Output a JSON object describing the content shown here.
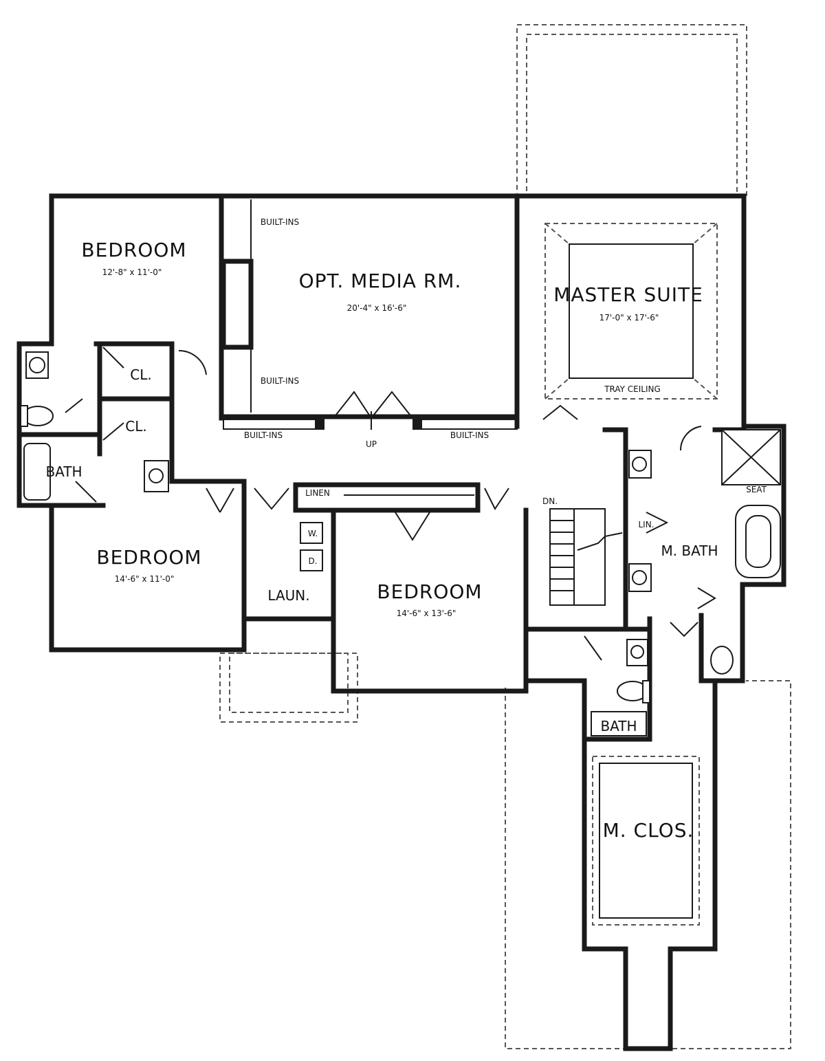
{
  "rooms": {
    "bedroom_1": {
      "name": "BEDROOM",
      "size": "12'-8\" x 11'-0\""
    },
    "media": {
      "name": "OPT. MEDIA RM.",
      "size": "20'-4\" x 16'-6\""
    },
    "master_suite": {
      "name": "MASTER SUITE",
      "size": "17'-0\" x 17'-6\"",
      "ceiling": "TRAY CEILING"
    },
    "bedroom_2": {
      "name": "BEDROOM",
      "size": "14'-6\" x 11'-0\""
    },
    "bedroom_3": {
      "name": "BEDROOM",
      "size": "14'-6\" x 13'-6\""
    },
    "laundry": {
      "name": "LAUN."
    },
    "bath_left": {
      "name": "BATH"
    },
    "closet_1": {
      "name": "CL."
    },
    "closet_2": {
      "name": "CL."
    },
    "linen": {
      "name": "LINEN"
    },
    "master_bath": {
      "name": "M. BATH"
    },
    "bath_small": {
      "name": "BATH"
    },
    "master_closet": {
      "name": "M. CLOS."
    }
  },
  "notes": {
    "builtins_top": "BUILT-INS",
    "builtins_mid": "BUILT-INS",
    "builtins_hall_left": "BUILT-INS",
    "builtins_hall_right": "BUILT-INS",
    "stair_up": "UP",
    "stair_down": "DN.",
    "seat": "SEAT",
    "lin": "LIN.",
    "washer": "W.",
    "dryer": "D."
  }
}
